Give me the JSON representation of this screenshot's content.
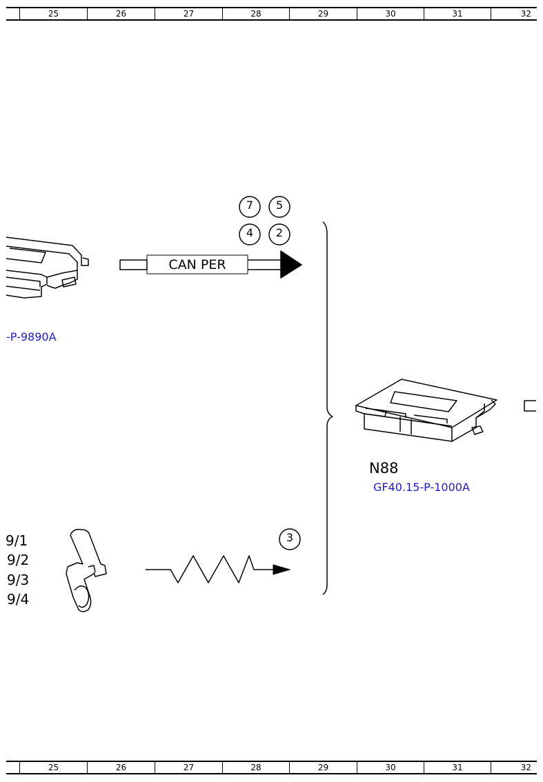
{
  "ruler": {
    "columns": [
      "25",
      "26",
      "27",
      "28",
      "29",
      "30",
      "31",
      "32"
    ]
  },
  "diagram": {
    "bus_label": "CAN PER",
    "markers_top": [
      "7",
      "5",
      "4",
      "2"
    ],
    "marker_bottom": "3",
    "left_ref": "-P-9890A",
    "right_component": {
      "name": "N88",
      "ref": "GF40.15-P-1000A"
    },
    "pin_labels": [
      "9/1",
      "9/2",
      "9/3",
      "9/4"
    ],
    "colors": {
      "line": "#000000",
      "reference_link": "#1a1acc"
    }
  }
}
